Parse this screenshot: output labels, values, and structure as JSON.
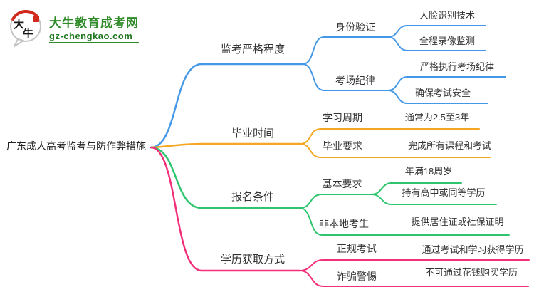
{
  "logo": {
    "icon_char_1": "大",
    "icon_char_2": "牛",
    "title": "大牛教育成考网",
    "url": "gz-chengkao.com",
    "brand_green": "#2E8B27",
    "brand_red": "#D2291D"
  },
  "root": {
    "label": "广东成人高考监考与防作弊措施"
  },
  "branches": [
    {
      "label": "监考严格程度",
      "color": "#4598E8",
      "children": [
        {
          "label": "身份验证",
          "children": [
            {
              "label": "人脸识别技术"
            },
            {
              "label": "全程录像监测"
            }
          ]
        },
        {
          "label": "考场纪律",
          "children": [
            {
              "label": "严格执行考场纪律"
            },
            {
              "label": "确保考试安全"
            }
          ]
        }
      ]
    },
    {
      "label": "毕业时间",
      "color": "#F5A623",
      "children": [
        {
          "label": "学习周期",
          "children": [
            {
              "label": "通常为2.5至3年"
            }
          ]
        },
        {
          "label": "毕业要求",
          "children": [
            {
              "label": "完成所有课程和考试"
            }
          ]
        }
      ]
    },
    {
      "label": "报名条件",
      "color": "#2FC56F",
      "children": [
        {
          "label": "基本要求",
          "children": [
            {
              "label": "年满18周岁"
            },
            {
              "label": "持有高中或同等学历"
            }
          ]
        },
        {
          "label": "非本地考生",
          "children": [
            {
              "label": "提供居住证或社保证明"
            }
          ]
        }
      ]
    },
    {
      "label": "学历获取方式",
      "color": "#F2307A",
      "children": [
        {
          "label": "正规考试",
          "children": [
            {
              "label": "通过考试和学习获得学历"
            }
          ]
        },
        {
          "label": "诈骗警惕",
          "children": [
            {
              "label": "不可通过花钱购买学历"
            }
          ]
        }
      ]
    }
  ]
}
